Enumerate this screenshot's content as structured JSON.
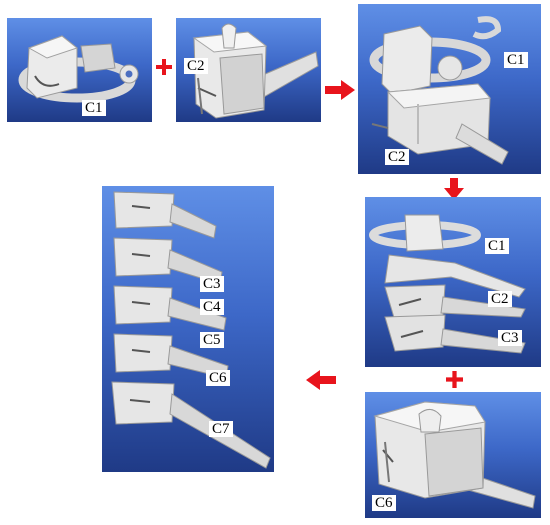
{
  "panels": {
    "c1_model": {
      "label": "C1"
    },
    "c2_model": {
      "label": "C2"
    },
    "c1c2_assembly": {
      "label_c1": "C1",
      "label_c2": "C2"
    },
    "c1c3_assembly": {
      "label_c1": "C1",
      "label_c2": "C2",
      "label_c3": "C3"
    },
    "c6_model": {
      "label": "C6"
    },
    "full_spine": {
      "label_c3": "C3",
      "label_c4": "C4",
      "label_c5": "C5",
      "label_c6": "C6",
      "label_c7": "C7"
    }
  },
  "operators": {
    "plus": "plus-icon",
    "arrow": "red-arrow-icon",
    "color": "#e8141c"
  },
  "colors": {
    "panel_top": "#5f8fe6",
    "panel_bottom": "#1f3a86",
    "bone": "#e8e8e8",
    "bone_shadow": "#b5b5b5"
  }
}
